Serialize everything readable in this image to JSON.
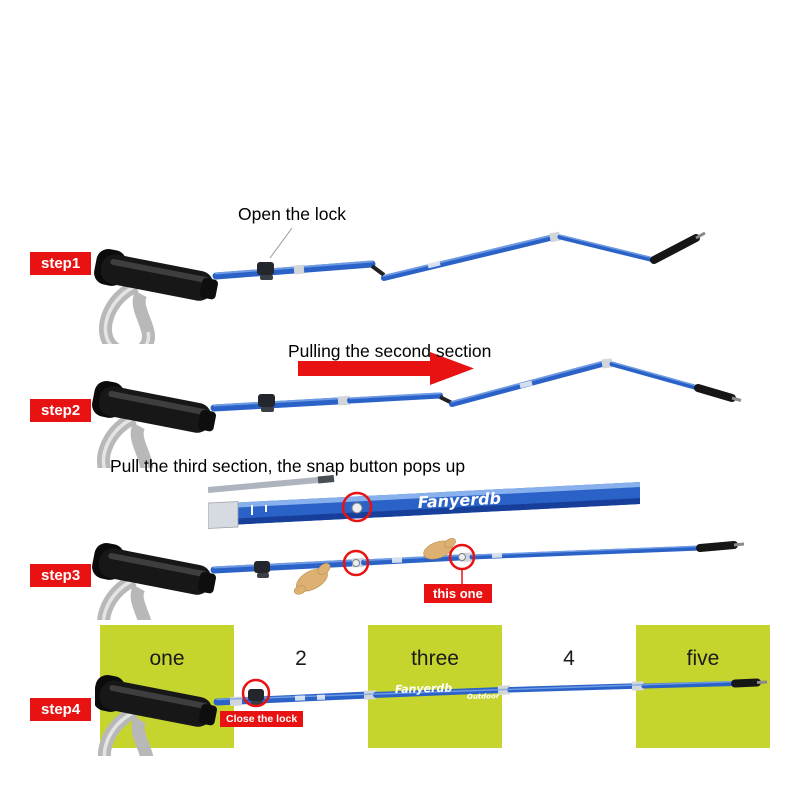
{
  "colors": {
    "red": "#e81212",
    "lime": "#c6d52e",
    "blue": "#2b62c8",
    "blue-light": "#7aa4e8",
    "blue-dark": "#173f9a",
    "silver": "#d2d5da"
  },
  "steps": [
    {
      "badge": "step1",
      "caption": "Open the lock"
    },
    {
      "badge": "step2",
      "caption": "Pulling the second section"
    },
    {
      "badge": "step3",
      "caption": "Pull the third section, the snap button pops up",
      "callout": "this one"
    },
    {
      "badge": "step4",
      "callout": "Close the lock",
      "banner": [
        "one",
        "2",
        "three",
        "4",
        "five"
      ]
    }
  ],
  "brand": {
    "name": "Fanyerdb",
    "sub": "Outdoor"
  }
}
